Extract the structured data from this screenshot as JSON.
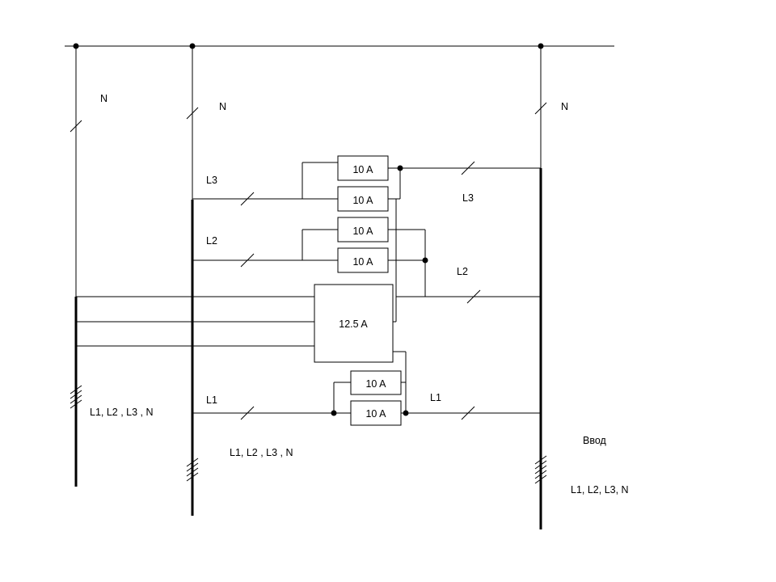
{
  "labels": {
    "n_left": "N",
    "n_mid": "N",
    "n_right": "N",
    "l3_mid": "L3",
    "l3_right": "L3",
    "l2_mid": "L2",
    "l2_right": "L2",
    "l1_mid": "L1",
    "l1_right": "L1",
    "bus_left": "L1, L2 , L3 , N",
    "bus_mid": "L1, L2 , L3 , N",
    "input_title": "Ввод",
    "input_phases": "L1, L2, L3, N"
  },
  "breakers": {
    "l3_upper": "10 A",
    "l3_lower": "10 A",
    "l2_upper": "10 A",
    "l2_lower": "10 A",
    "main": "12.5 A",
    "l1_upper": "10 A",
    "l1_lower": "10 A"
  }
}
